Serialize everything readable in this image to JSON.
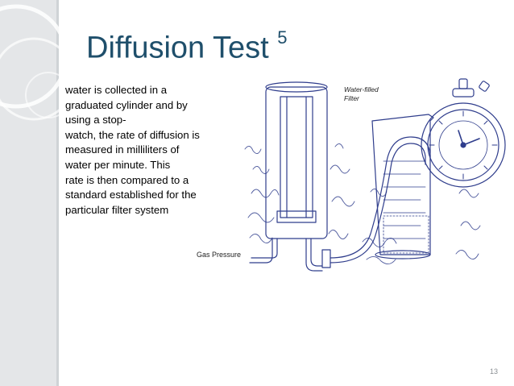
{
  "slide": {
    "title": "Diffusion Test",
    "title_superscript": "5",
    "body_lines": [
      "water is collected in a",
      "graduated cylinder and by",
      "using a stop-",
      "watch, the rate of diffusion is",
      "measured in milliliters of",
      "water per minute. This",
      "rate is then compared to a",
      "standard established for the",
      "particular filter system"
    ],
    "labels": {
      "water_filled_filter": [
        "Water-filled",
        "Filter"
      ],
      "gas_pressure": "Gas Pressure"
    },
    "page_number": "13"
  },
  "colors": {
    "title": "#1f4f6b",
    "accent_band": "#e4e6e8",
    "illustration_ink": "#2f3d8c"
  }
}
